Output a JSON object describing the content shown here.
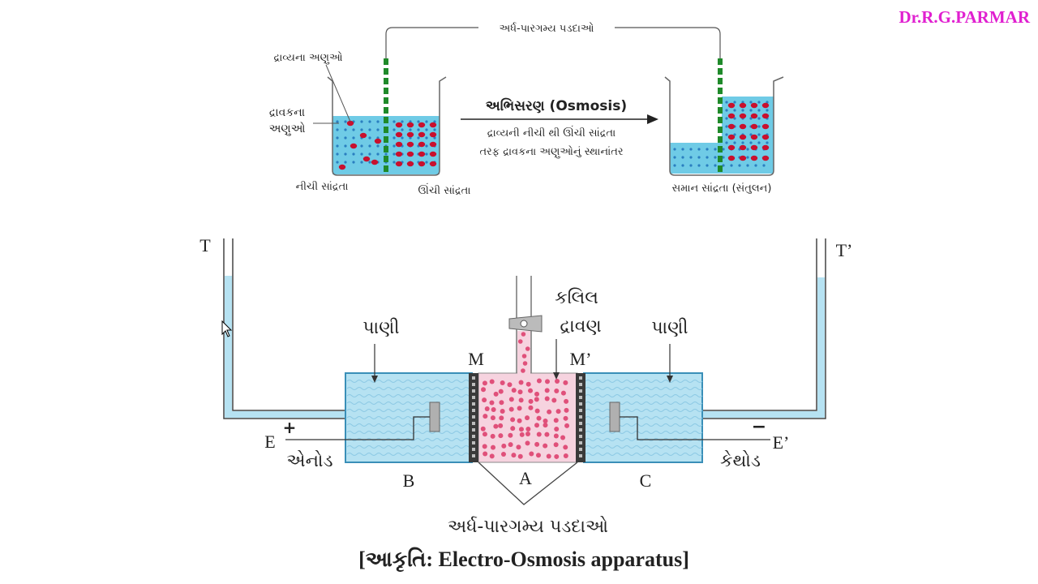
{
  "author": "Dr.R.G.PARMAR",
  "osmosis": {
    "membrane_top": "અર્ધ-પારગમ્ય પડદાઓ",
    "solute_molecules": "દ્રાવ્યના અણુઓ",
    "solvent_line1": "દ્રાવકના",
    "solvent_line2": "અણુઓ",
    "arrow_title": "અભિસરણ (Osmosis)",
    "arrow_desc_line1": "દ્રાવ્યની નીચી થી ઊંચી સાંદ્રતા",
    "arrow_desc_line2": "તરફ દ્રાવકના અણુઓનું સ્થાનાંતર",
    "low_conc": "નીચી સાંદ્રતા",
    "high_conc": "ઊંચી સાંદ્રતા",
    "equal_conc": "સમાન સાંદ્રતા (સંતુલન)"
  },
  "apparatus": {
    "T": "T",
    "T_prime": "T’",
    "colloid_line1": "કલિલ",
    "colloid_line2": "દ્રાવણ",
    "water_left": "પાણી",
    "water_right": "પાણી",
    "M": "M",
    "M_prime": "M’",
    "plus": "+",
    "minus": "−",
    "E": "E",
    "E_prime": "E’",
    "anode": "એનોડ",
    "cathode": "કેથોડ",
    "A": "A",
    "B": "B",
    "C": "C",
    "membranes": "અર્ધ-પારગમ્ય પડદાઓ",
    "caption": "[આકૃતિ: Electro-Osmosis apparatus]"
  },
  "colors": {
    "water": "#b6e2f2",
    "water_edge": "#3a8fb8",
    "colloid": "#f6d3df",
    "particle": "#e0507a",
    "solute": "#c8102e",
    "membrane": "#1f8a2a",
    "author": "#e020d0"
  }
}
